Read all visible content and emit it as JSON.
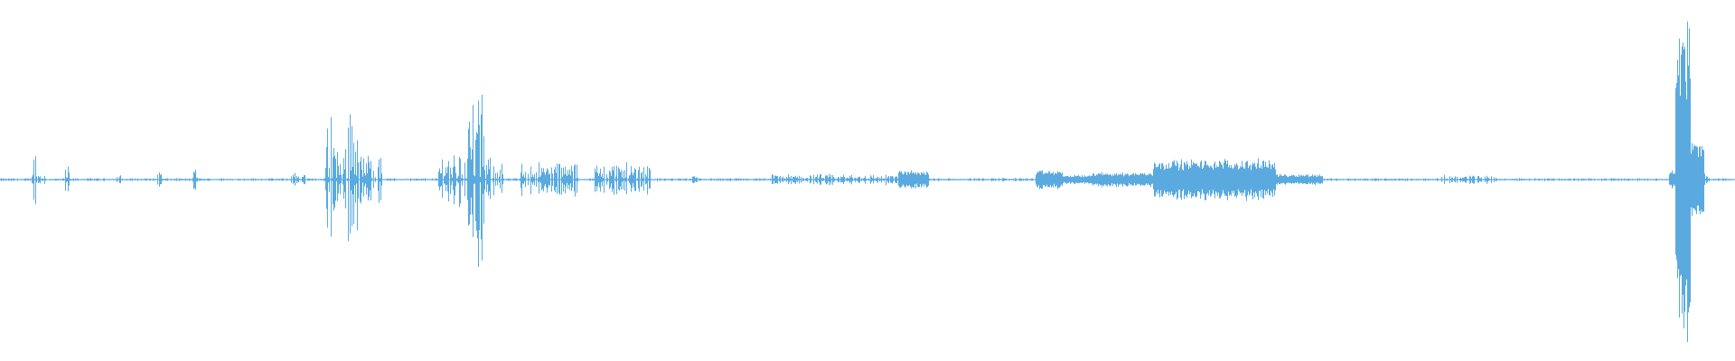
{
  "waveform": {
    "color": "#5aaae0",
    "segments": [
      {
        "start": 0.0,
        "end": 1.0,
        "amp": 0.008,
        "dense": false
      },
      {
        "start": 0.0185,
        "end": 0.0205,
        "amp": 0.17,
        "dense": false
      },
      {
        "start": 0.0205,
        "end": 0.026,
        "amp": 0.04,
        "dense": false
      },
      {
        "start": 0.038,
        "end": 0.04,
        "amp": 0.07,
        "dense": false
      },
      {
        "start": 0.067,
        "end": 0.07,
        "amp": 0.025,
        "dense": false
      },
      {
        "start": 0.091,
        "end": 0.093,
        "amp": 0.06,
        "dense": false
      },
      {
        "start": 0.111,
        "end": 0.114,
        "amp": 0.06,
        "dense": false
      },
      {
        "start": 0.168,
        "end": 0.176,
        "amp": 0.04,
        "dense": false
      },
      {
        "start": 0.188,
        "end": 0.193,
        "amp": 0.46,
        "dense": false
      },
      {
        "start": 0.193,
        "end": 0.2,
        "amp": 0.18,
        "dense": false
      },
      {
        "start": 0.2,
        "end": 0.206,
        "amp": 0.52,
        "dense": false
      },
      {
        "start": 0.206,
        "end": 0.22,
        "amp": 0.15,
        "dense": false
      },
      {
        "start": 0.253,
        "end": 0.27,
        "amp": 0.16,
        "dense": false
      },
      {
        "start": 0.27,
        "end": 0.279,
        "amp": 0.48,
        "dense": false
      },
      {
        "start": 0.279,
        "end": 0.29,
        "amp": 0.12,
        "dense": false
      },
      {
        "start": 0.3,
        "end": 0.333,
        "amp": 0.1,
        "dense": false
      },
      {
        "start": 0.343,
        "end": 0.375,
        "amp": 0.1,
        "dense": false
      },
      {
        "start": 0.399,
        "end": 0.402,
        "amp": 0.03,
        "dense": false
      },
      {
        "start": 0.445,
        "end": 0.518,
        "amp": 0.03,
        "dense": false
      },
      {
        "start": 0.518,
        "end": 0.535,
        "amp": 0.05,
        "dense": true
      },
      {
        "start": 0.535,
        "end": 0.595,
        "amp": 0.01,
        "dense": false
      },
      {
        "start": 0.597,
        "end": 0.612,
        "amp": 0.05,
        "dense": true
      },
      {
        "start": 0.612,
        "end": 0.63,
        "amp": 0.025,
        "dense": true
      },
      {
        "start": 0.63,
        "end": 0.665,
        "amp": 0.04,
        "dense": true
      },
      {
        "start": 0.665,
        "end": 0.735,
        "amp": 0.11,
        "dense": true
      },
      {
        "start": 0.735,
        "end": 0.762,
        "amp": 0.03,
        "dense": true
      },
      {
        "start": 0.83,
        "end": 0.862,
        "amp": 0.025,
        "dense": false
      },
      {
        "start": 0.962,
        "end": 0.966,
        "amp": 0.05,
        "dense": true
      },
      {
        "start": 0.966,
        "end": 0.974,
        "amp": 0.9,
        "dense": true
      },
      {
        "start": 0.974,
        "end": 0.982,
        "amp": 0.22,
        "dense": true
      },
      {
        "start": 0.982,
        "end": 0.986,
        "amp": 0.04,
        "dense": false
      }
    ]
  }
}
